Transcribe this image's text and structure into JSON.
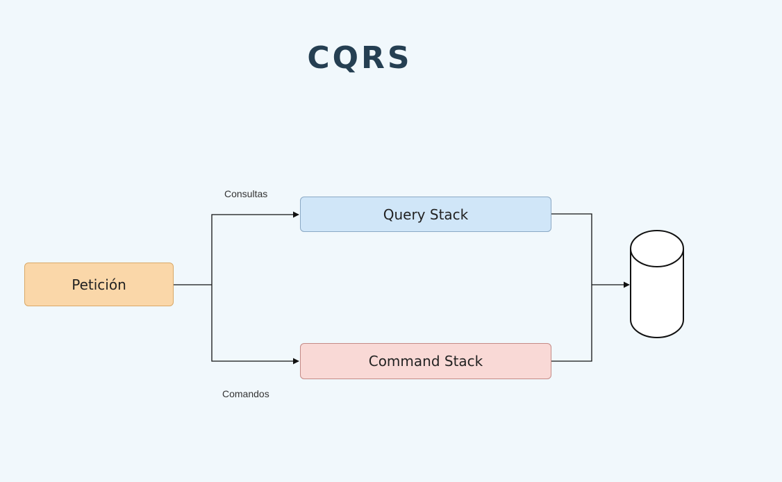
{
  "title": "CQRS",
  "nodes": {
    "peticion": "Petición",
    "query_stack": "Query Stack",
    "command_stack": "Command Stack"
  },
  "edge_labels": {
    "consultas": "Consultas",
    "comandos": "Comandos"
  },
  "database_icon": "database-cylinder-icon",
  "colors": {
    "background": "#f1f8fc",
    "title": "#253f52",
    "peticion_fill": "#fad7a9",
    "query_fill": "#d0e6f8",
    "command_fill": "#f9d9d6"
  }
}
